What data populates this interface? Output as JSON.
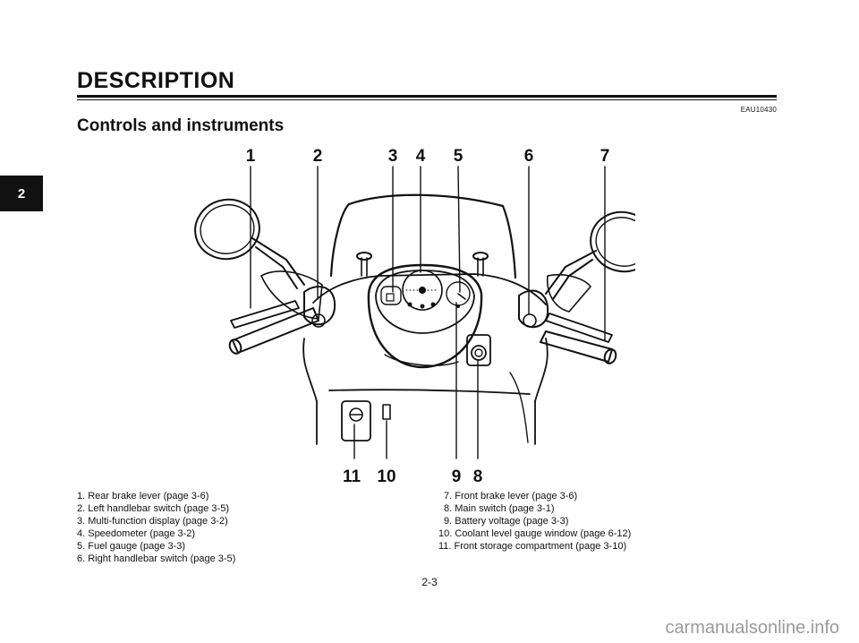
{
  "header": {
    "section_title": "DESCRIPTION",
    "code": "EAU10430",
    "subtitle": "Controls and instruments",
    "chapter_tab": "2"
  },
  "diagram": {
    "callouts_top": [
      "1",
      "2",
      "3",
      "4",
      "5",
      "6",
      "7"
    ],
    "callouts_bottom": [
      "11",
      "10",
      "9",
      "8"
    ]
  },
  "legend": {
    "left": [
      "1. Rear brake lever (page 3-6)",
      "2. Left handlebar switch (page 3-5)",
      "3. Multi-function display (page 3-2)",
      "4. Speedometer (page 3-2)",
      "5. Fuel gauge (page 3-3)",
      "6. Right handlebar switch (page 3-5)"
    ],
    "right": [
      "7. Front brake lever (page 3-6)",
      "8. Main switch (page 3-1)",
      "9. Battery voltage (page 3-3)",
      "10. Coolant level gauge window (page 6-12)",
      "11. Front storage compartment (page 3-10)"
    ]
  },
  "footer": {
    "page_number": "2-3",
    "watermark": "carmanualsonline.info"
  }
}
